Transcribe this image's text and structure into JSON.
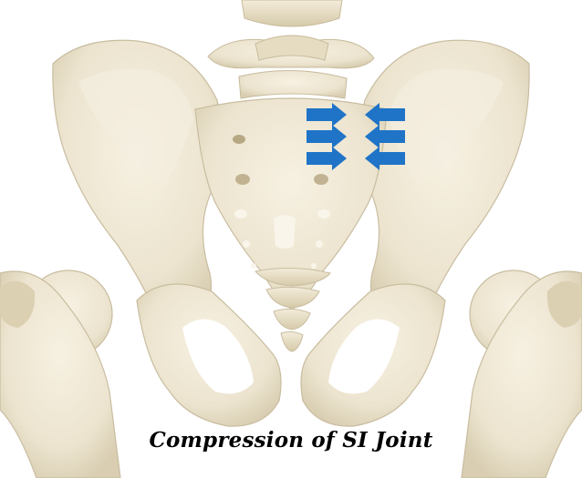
{
  "caption": "Compression of SI Joint",
  "colors": {
    "background": "#ffffff",
    "bone": "#ece4cf",
    "bone_shadow": "#c9bda0",
    "arrow": "#1f74c7",
    "caption_text": "#000000"
  },
  "arrows": {
    "left_group": {
      "direction": "right",
      "count": 3,
      "icon": "arrow-right-icon"
    },
    "right_group": {
      "direction": "left",
      "count": 3,
      "icon": "arrow-left-icon"
    }
  }
}
